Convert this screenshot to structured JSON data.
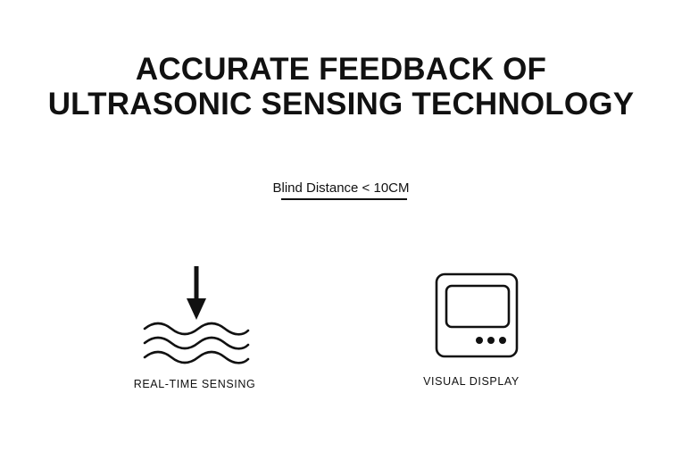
{
  "header": {
    "title_line1": "ACCURATE FEEDBACK OF",
    "title_line2": "ULTRASONIC SENSING TECHNOLOGY"
  },
  "spec": {
    "blind_distance": "Blind Distance < 10CM"
  },
  "features": [
    {
      "label": "REAL-TIME SENSING",
      "icon": "waves-arrow-icon"
    },
    {
      "label": "VISUAL DISPLAY",
      "icon": "display-icon"
    }
  ],
  "colors": {
    "background": "#ffffff",
    "ink": "#111111"
  }
}
